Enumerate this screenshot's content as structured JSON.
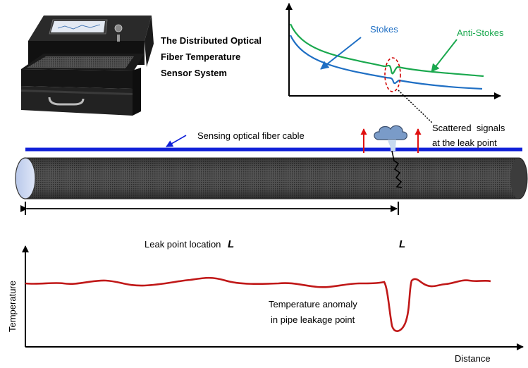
{
  "system": {
    "title_lines": [
      "The Distributed Optical",
      "Fiber Temperature",
      "Sensor System"
    ]
  },
  "signal_plot": {
    "stokes_label": "Stokes",
    "anti_stokes_label": "Anti-Stokes",
    "stokes_color": "#1f6fc4",
    "anti_stokes_color": "#1aa84e"
  },
  "scattered": {
    "lines": [
      "Scattered  signals",
      "at the leak point"
    ]
  },
  "pipe": {
    "fiber_label": "Sensing optical fiber cable",
    "fiber_color": "#1020d8",
    "arrow_color": "#e01010",
    "leak_location_label": "Leak point location",
    "leak_symbol": "L"
  },
  "temperature_plot": {
    "ylabel": "Temperature",
    "xlabel": "Distance",
    "anomaly_lines": [
      "Temperature anomaly",
      "in pipe leakage point"
    ],
    "curve_color": "#c01818"
  }
}
